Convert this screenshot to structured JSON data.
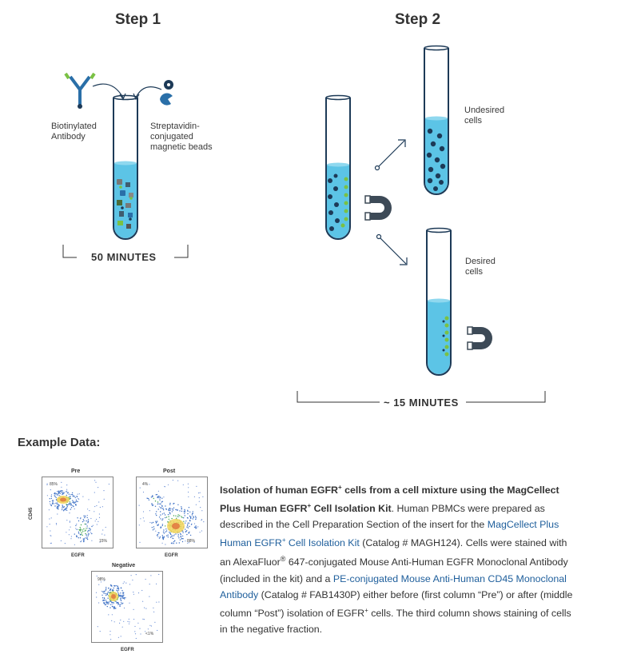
{
  "step1": {
    "title": "Step 1",
    "label_left_1": "Biotinylated",
    "label_left_2": "Antibody",
    "label_right_1": "Streptavidin-",
    "label_right_2": "conjugated",
    "label_right_3": "magnetic beads",
    "duration": "50 MINUTES"
  },
  "step2": {
    "title": "Step 2",
    "undesired_1": "Undesired",
    "undesired_2": "cells",
    "desired_1": "Desired",
    "desired_2": "cells",
    "duration": "~ 15 MINUTES"
  },
  "example": {
    "heading": "Example Data:",
    "plots": [
      {
        "title": "Pre",
        "xlabel": "EGFR",
        "ylabel": "CD45",
        "pct_top": "85%",
        "pct_bottom": "15%"
      },
      {
        "title": "Post",
        "xlabel": "EGFR",
        "pct_top": "4%",
        "pct_bottom": "88%"
      },
      {
        "title": "Negative",
        "xlabel": "EGFR",
        "pct_top": "98%",
        "pct_bottom": "<1%"
      }
    ]
  },
  "description": {
    "bold_1": "Isolation of human EGFR",
    "bold_sup_1": "+",
    "bold_2": " cells from a cell mixture using the MagCellect Plus Human EGFR",
    "bold_sup_2": "+",
    "bold_3": " Cell Isolation Kit",
    "text_1": ". Human PBMCs were prepared as described in the Cell Preparation Section of the insert for the ",
    "link_1": "MagCellect Plus Human EGFR",
    "link_1_sup": "+",
    "link_1_end": " Cell Isolation Kit",
    "text_2": " (Catalog # MAGH124). Cells were stained with an AlexaFluor",
    "reg": "®",
    "text_3": " 647-conjugated Mouse Anti-Human EGFR Monoclonal Antibody (included in the kit) and a ",
    "link_2": "PE-conjugated Mouse Anti-Human CD45 Monoclonal Antibody",
    "text_4": " (Catalog # FAB1430P) either before (first column “Pre”) or after (middle column “Post”) isolation of EGFR",
    "text_4_sup": "+",
    "text_5": " cells. The third column shows staining of cells in the negative fraction."
  },
  "colors": {
    "liquid": "#5cc4e6",
    "tube_outline": "#1d3a57",
    "antibody_blue": "#2a6fa8",
    "antibody_green": "#7ac143",
    "link": "#1f5f9c"
  }
}
